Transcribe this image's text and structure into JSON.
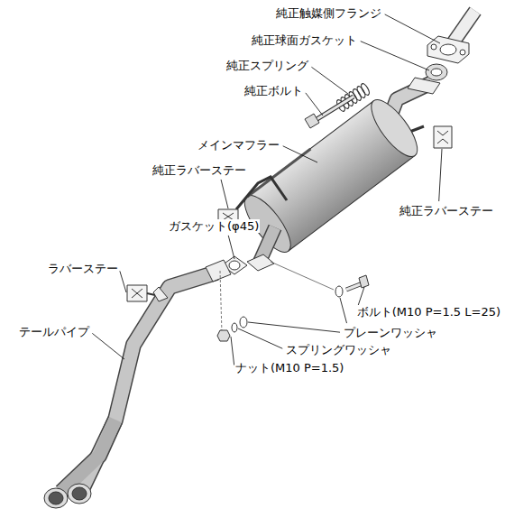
{
  "diagram": {
    "labels": [
      "純正触媒側フランジ",
      "純正球面ガスケット",
      "純正スプリング",
      "純正ボルト",
      "メインマフラー",
      "純正ラバーステー",
      "純正ラバーステー",
      "ガスケット(φ45)",
      "ラバーステー",
      "テールパイプ",
      "ボルト(M10 P=1.5 L=25)",
      "プレーンワッシャ",
      "スプリングワッシャ",
      "ナット(M10 P=1.5)"
    ]
  }
}
